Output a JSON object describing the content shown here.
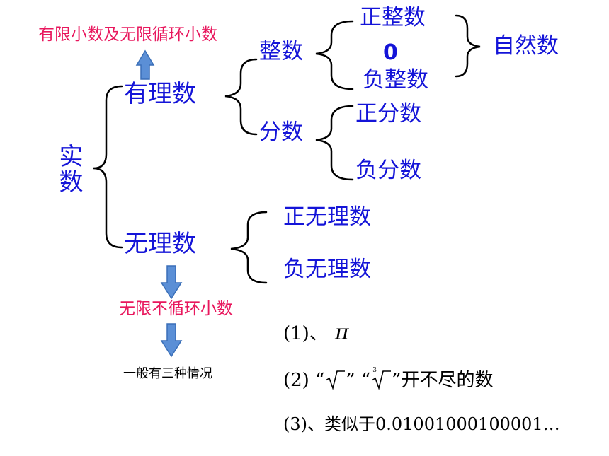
{
  "root": "实数",
  "rational": "有理数",
  "irrational": "无理数",
  "integer": "整数",
  "fraction": "分数",
  "pos_integer": "正整数",
  "zero": "0",
  "neg_integer": "负整数",
  "natural": "自然数",
  "pos_fraction": "正分数",
  "neg_fraction": "负分数",
  "pos_irrational": "正无理数",
  "neg_irrational": "负无理数",
  "rational_note": "有限小数及无限循环小数",
  "irrational_note": "无限不循环小数",
  "three_cases": "一般有三种情况",
  "case1_prefix": "(1)、",
  "case1_symbol": "π",
  "case2_prefix": "(2)",
  "case2_q1": "“",
  "case2_q2": "”",
  "case2_q3": "“",
  "case2_cube_index": "3",
  "case2_tail": "”开不尽的数",
  "case3": "(3)、类似于0.01001000100001…",
  "colors": {
    "blue": "#1414d8",
    "pink": "#e8175d",
    "arrow": "#5b8fd6"
  }
}
